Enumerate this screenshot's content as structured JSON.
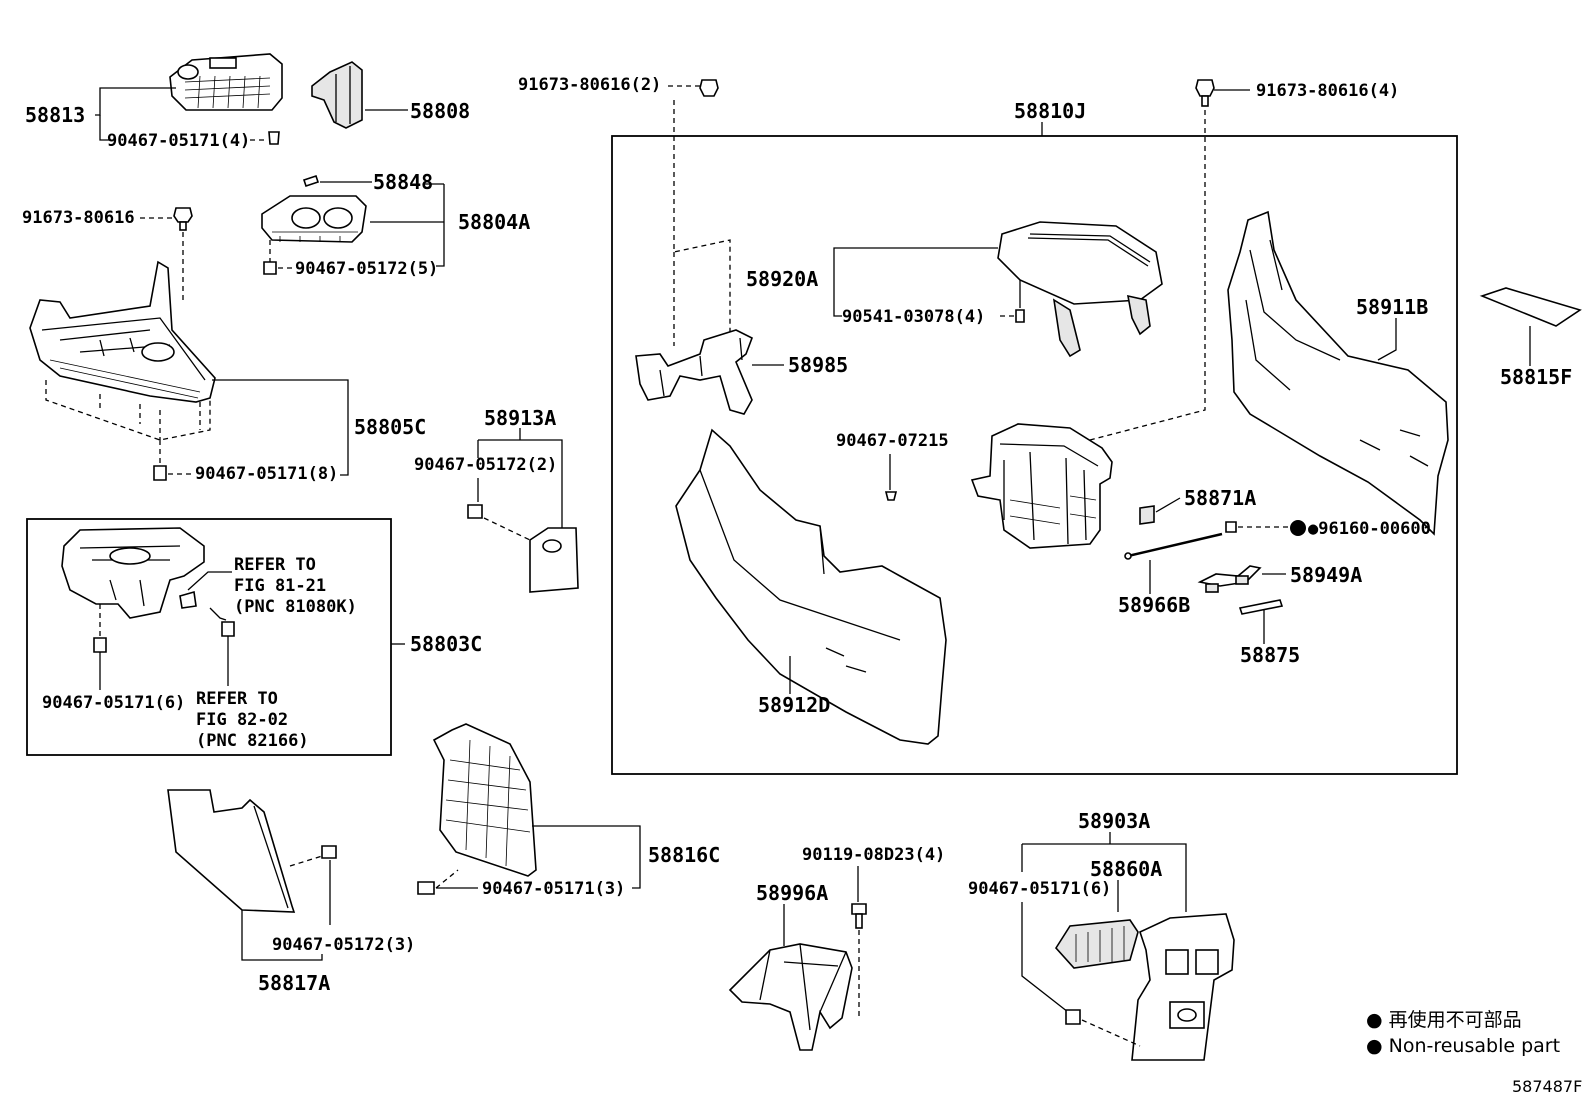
{
  "diagram": {
    "figure_id": "587487F",
    "legend": {
      "japanese": "● 再使用不可部品",
      "english": "● Non-reusable part"
    },
    "labels": {
      "p58813": "58813",
      "p58808": "58808",
      "p90467_05171_4": "90467-05171(4)",
      "p58848": "58848",
      "p58804A": "58804A",
      "p91673_80616": "91673-80616",
      "p90467_05172_5": "90467-05172(5)",
      "p58805C": "58805C",
      "p90467_05171_8": "90467-05171(8)",
      "p58913A": "58913A",
      "p90467_05172_2": "90467-05172(2)",
      "p91673_80616_2": "91673-80616(2)",
      "p91673_80616_4": "91673-80616(4)",
      "p58810J": "58810J",
      "p58920A": "58920A",
      "p90541_03078_4": "90541-03078(4)",
      "p58985": "58985",
      "p58911B": "58911B",
      "p58815F": "58815F",
      "p90467_07215": "90467-07215",
      "p58871A": "58871A",
      "p96160_00600": "●96160-00600",
      "p58949A": "58949A",
      "p58966B": "58966B",
      "p58875": "58875",
      "p58912D": "58912D",
      "p58803C": "58803C",
      "p90467_05171_6a": "90467-05171(6)",
      "p58816C": "58816C",
      "p90467_05171_3": "90467-05171(3)",
      "p90119_08D23_4": "90119-08D23(4)",
      "p58996A": "58996A",
      "p58903A": "58903A",
      "p58860A": "58860A",
      "p90467_05171_6b": "90467-05171(6)",
      "p90467_05172_3": "90467-05172(3)",
      "p58817A": "58817A"
    },
    "references": {
      "ref1": [
        "REFER TO",
        "FIG 81-21",
        "(PNC 81080K)"
      ],
      "ref2": [
        "REFER TO",
        "FIG 82-02",
        "(PNC 82166)"
      ]
    }
  }
}
